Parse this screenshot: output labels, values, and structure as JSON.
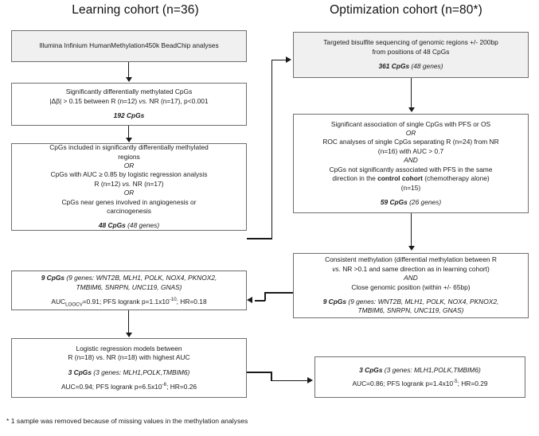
{
  "figure": {
    "footnote": "* 1 sample was removed because of missing values in the methylation analyses"
  },
  "columns": {
    "left": {
      "title": "Learning cohort (n=36)"
    },
    "right": {
      "title": "Optimization cohort (n=80*)"
    }
  },
  "left_nodes": {
    "n1": {
      "lines": [
        "Illumina Infinium HumanMethylation450k BeadChip analyses"
      ]
    },
    "n2": {
      "line1": "Significantly differentially methylated CpGs",
      "line2a": "|Δβ| > 0.15 between R (n=12) ",
      "line2b": "vs.",
      "line2c": " NR (n=17), p<0.001",
      "result": "192 CpGs"
    },
    "n3": {
      "line1": "CpGs included in significantly differentially methylated",
      "line2": "regions",
      "or1": "OR",
      "line3": "CpGs with AUC ≥ 0.85 by logistic regression analysis",
      "line4a": "R (n=12) ",
      "line4b": "vs.",
      "line4c": " NR (n=17)",
      "or2": "OR",
      "line5": "CpGs near genes involved in angiogenesis or",
      "line6": "carcinogenesis",
      "result_bold": "48 CpGs",
      "result_italic": " (48 genes)"
    },
    "n4": {
      "result_bold": "9 CpGs",
      "genes_line1": " (9 genes: WNT2B, MLH1, POLK, NOX4, PKNOX2,",
      "genes_line2": "TMBIM6, SNRPN, UNC119, GNAS)",
      "stats_pre": "AUC",
      "stats_sub": "LOOCV",
      "stats_mid": "=0.91; PFS logrank p=1.1x10",
      "stats_sup": "-10",
      "stats_post": "; HR=0.18"
    },
    "n5": {
      "line1": "Logistic regression models between",
      "line2": "R (n=18) vs. NR (n=18) with highest AUC",
      "result_bold": "3 CpGs",
      "result_italic": " (3 genes: MLH1,POLK,TMBIM6)",
      "stats_pre": "AUC=0.94; PFS logrank p=6.5x10",
      "stats_sup": "-6",
      "stats_post": "; HR=0.26"
    }
  },
  "right_nodes": {
    "r1": {
      "line1": "Targeted bisulfite sequencing of genomic regions +/- 200bp",
      "line2": "from positions of 48 CpGs",
      "result_bold": "361 CpGs",
      "result_italic": " (48 genes)"
    },
    "r2": {
      "line1": "Significant association of single CpGs with PFS or OS",
      "or1": "OR",
      "line2": "ROC analyses of single CpGs separating R (n=24) from NR",
      "line3": "(n=16) with AUC > 0.7",
      "and1": "AND",
      "line4": "CpGs not significantly associated with PFS in the same",
      "line5a": "direction  in the ",
      "line5b": "control cohort",
      "line5c": " (chemotherapy alone)",
      "line6": "(n=15)",
      "result_bold": "59 CpGs",
      "result_italic": " (26 genes)"
    },
    "r3": {
      "line1": "Consistent methylation (differential methylation between R",
      "line2a": "vs.",
      "line2b": " NR >0.1 and same direction as in learning cohort)",
      "and1": "AND",
      "line3": "Close genomic position (within +/- 65bp)",
      "result_bold": "9 CpGs",
      "genes_line1": " (9 genes: WNT2B, MLH1, POLK, NOX4, PKNOX2,",
      "genes_line2": "TMBIM6, SNRPN, UNC119, GNAS)"
    },
    "r4": {
      "result_bold": "3 CpGs",
      "result_italic": " (3 genes: MLH1,POLK,TMBIM6)",
      "stats_pre": "AUC=0.86; PFS logrank p=1.4x10",
      "stats_sup": "-5",
      "stats_post": "; HR=0.29"
    }
  },
  "colors": {
    "box_border": "#6f6f6f",
    "box_shaded_fill": "#f0f0f0",
    "connector": "#1a1a1a",
    "text": "#1a1a1a"
  }
}
